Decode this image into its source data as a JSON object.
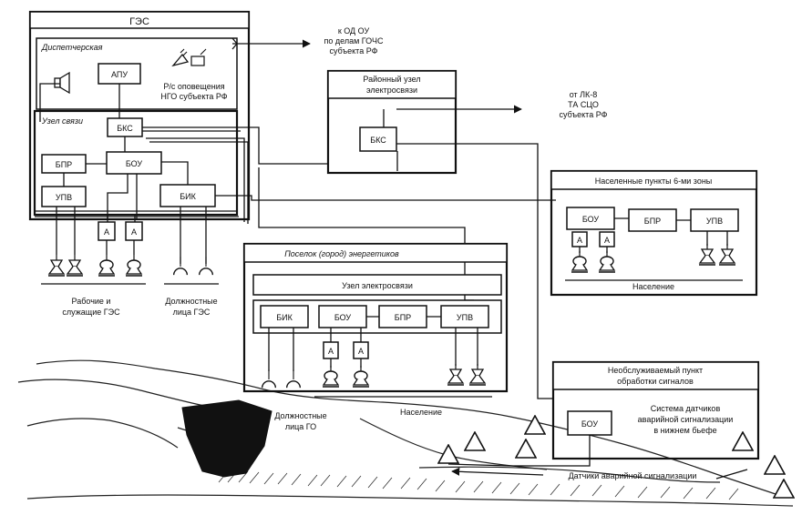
{
  "ges": {
    "title": "ГЭС",
    "dispatch_title": "Диспетчерская",
    "apu": "АПУ",
    "radio_label_line1": "Р/с оповещения",
    "radio_label_line2": "НГО субъекта РФ",
    "comm_node_title": "Узел связи",
    "bks": "БКС",
    "bpr": "БПР",
    "bou": "БОУ",
    "upv": "УПВ",
    "bik": "БИК",
    "amp": "А",
    "workers_line1": "Рабочие и",
    "workers_line2": "служащие ГЭС",
    "officials_line1": "Должностные",
    "officials_line2": "лица ГЭС"
  },
  "external": {
    "od_line1": "к ОД ОУ",
    "od_line2": "по делам ГОЧС",
    "od_line3": "субъекта РФ",
    "lk_line1": "от ЛК-8",
    "lk_line2": "ТА СЦО",
    "lk_line3": "субъекта РФ"
  },
  "district_node": {
    "title_line1": "Районный узел",
    "title_line2": "электросвязи",
    "bks": "БКС"
  },
  "settlements": {
    "title": "Населенные пункты 6-ми зоны",
    "bou": "БОУ",
    "bpr": "БПР",
    "upv": "УПВ",
    "amp": "А",
    "population": "Население"
  },
  "town": {
    "title": "Поселок (город) энергетиков",
    "comm_node_title": "Узел электросвязи",
    "bik": "БИК",
    "bou": "БОУ",
    "bpr": "БПР",
    "upv": "УПВ",
    "amp": "А",
    "officials_line1": "Должностные",
    "officials_line2": "лица ГО",
    "population": "Население"
  },
  "unattended": {
    "title_line1": "Необслуживаемый пункт",
    "title_line2": "обработки сигналов",
    "bou": "БОУ",
    "sensors_line1": "Система датчиков",
    "sensors_line2": "аварийной сигнализации",
    "sensors_line3": "в нижнем бьефе"
  },
  "terrain": {
    "alarm_sensors": "Датчики аварийной сигнализации"
  },
  "icons": [
    "loudspeaker-icon",
    "radio-antenna-icon",
    "horn-speaker-icon",
    "official-receiver-icon",
    "alarm-sensor-icon"
  ]
}
